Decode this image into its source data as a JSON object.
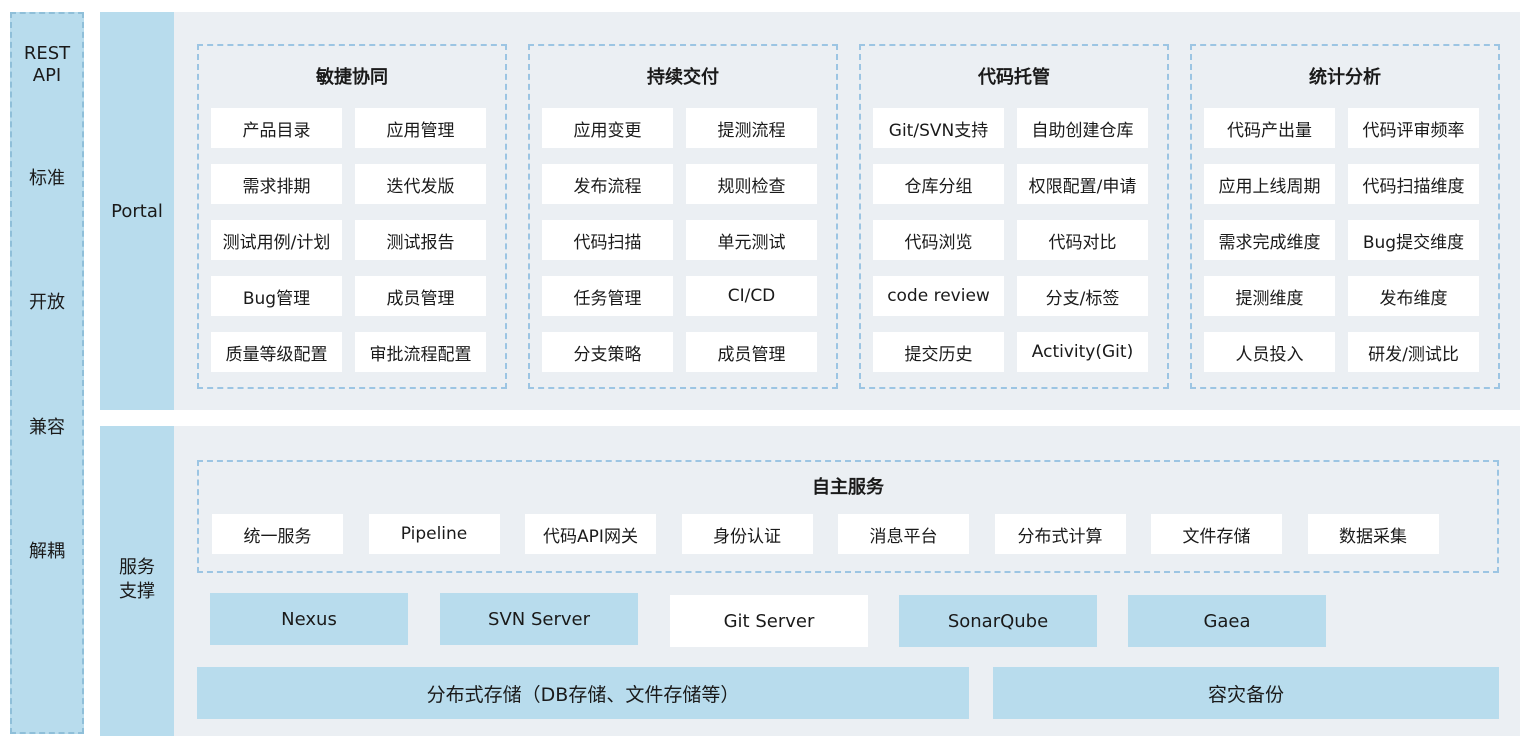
{
  "left_sidebar": [
    "REST\nAPI",
    "标准",
    "开放",
    "兼容",
    "解耦"
  ],
  "portal": {
    "label": "Portal",
    "groups": [
      {
        "title": "敏捷协同",
        "items": [
          "产品目录",
          "应用管理",
          "需求排期",
          "迭代发版",
          "测试用例/计划",
          "测试报告",
          "Bug管理",
          "成员管理",
          "质量等级配置",
          "审批流程配置"
        ]
      },
      {
        "title": "持续交付",
        "items": [
          "应用变更",
          "提测流程",
          "发布流程",
          "规则检查",
          "代码扫描",
          "单元测试",
          "任务管理",
          "CI/CD",
          "分支策略",
          "成员管理"
        ]
      },
      {
        "title": "代码托管",
        "items": [
          "Git/SVN支持",
          "自助创建仓库",
          "仓库分组",
          "权限配置/申请",
          "代码浏览",
          "代码对比",
          "code review",
          "分支/标签",
          "提交历史",
          "Activity(Git)"
        ]
      },
      {
        "title": "统计分析",
        "items": [
          "代码产出量",
          "代码评审频率",
          "应用上线周期",
          "代码扫描维度",
          "需求完成维度",
          "Bug提交维度",
          "提测维度",
          "发布维度",
          "人员投入",
          "研发/测试比"
        ]
      }
    ]
  },
  "service": {
    "label": "服务\n支撑",
    "self_service": {
      "title": "自主服务",
      "items": [
        "统一服务",
        "Pipeline",
        "代码API网关",
        "身份认证",
        "消息平台",
        "分布式计算",
        "文件存储",
        "数据采集"
      ]
    },
    "servers": [
      "Nexus",
      "SVN Server",
      "Git Server",
      "SonarQube",
      "Gaea"
    ],
    "storage": [
      "分布式存储（DB存储、文件存储等）",
      "容灾备份"
    ]
  }
}
